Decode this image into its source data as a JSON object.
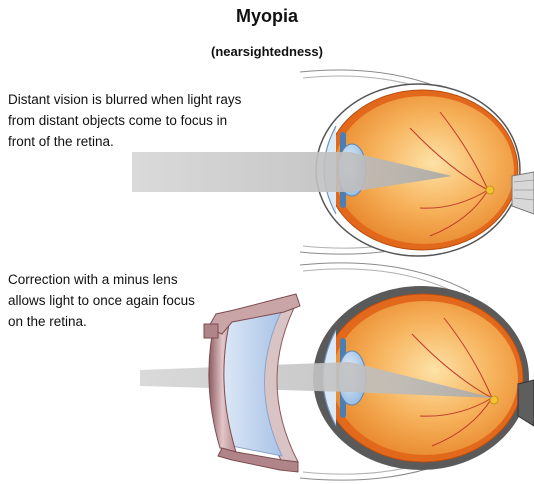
{
  "title": "Myopia",
  "subtitle": "(nearsightedness)",
  "caption_top_lines": [
    "Distant vision is blurred when light rays",
    "from distant objects come to focus in",
    "front of the retina."
  ],
  "caption_bottom_lines": [
    "Correction with a minus lens",
    "allows light to once again focus",
    "on the retina."
  ],
  "colors": {
    "eyeball_fill": "#f29a3a",
    "eyeball_center": "#fbd58c",
    "sclera_outline": "#555555",
    "lens_blue": "#9fc3e6",
    "light_ray": "#c9c9c9",
    "corrective_lens_frame": "#c9a3a6",
    "blood_vessel": "#c0392b",
    "optic_nerve": "#8a8a8a"
  },
  "icons": {
    "top_eye": "myopic-eye-illustration",
    "bottom_eye": "corrected-eye-illustration",
    "minus_lens": "concave-lens-illustration"
  }
}
